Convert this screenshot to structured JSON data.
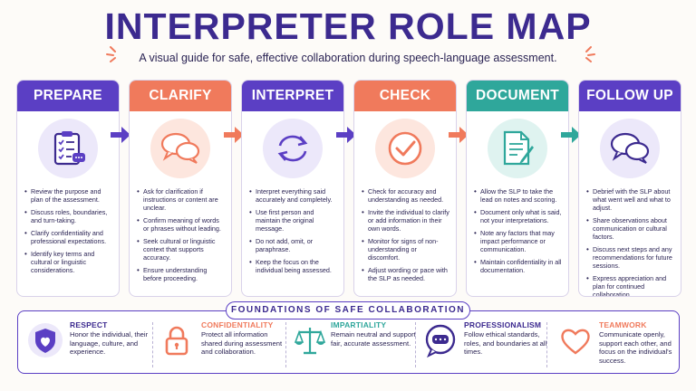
{
  "title": "INTERPRETER ROLE MAP",
  "subtitle": "A visual guide for safe, effective collaboration during speech-language assessment.",
  "colors": {
    "purple": "#5b3fc4",
    "coral": "#f07a5c",
    "teal": "#2fa79b",
    "navy": "#3c2a8f"
  },
  "steps": [
    {
      "label": "PREPARE",
      "icon": "clipboard-checklist-icon",
      "bullets": [
        "Review the purpose and plan of the assessment.",
        "Discuss roles, boundaries, and turn-taking.",
        "Clarify confidentiality and professional expectations.",
        "Identify key terms and cultural or linguistic considerations."
      ]
    },
    {
      "label": "CLARIFY",
      "icon": "speech-bubbles-icon",
      "bullets": [
        "Ask for clarification if instructions or content are unclear.",
        "Confirm meaning of words or phrases without leading.",
        "Seek cultural or linguistic context that supports accuracy.",
        "Ensure understanding before proceeding."
      ]
    },
    {
      "label": "INTERPRET",
      "icon": "exchange-arrows-icon",
      "bullets": [
        "Interpret everything said accurately and completely.",
        "Use first person and maintain the original message.",
        "Do not add, omit, or paraphrase.",
        "Keep the focus on the individual being assessed."
      ]
    },
    {
      "label": "CHECK",
      "icon": "checkmark-circle-icon",
      "bullets": [
        "Check for accuracy and understanding as needed.",
        "Invite the individual to clarify or add information in their own words.",
        "Monitor for signs of non-understanding or discomfort.",
        "Adjust wording or pace with the SLP as needed."
      ]
    },
    {
      "label": "DOCUMENT",
      "icon": "document-pen-icon",
      "bullets": [
        "Allow the SLP to take the lead on notes and scoring.",
        "Document only what is said, not your interpretations.",
        "Note any factors that may impact performance or communication.",
        "Maintain confidentiality in all documentation."
      ]
    },
    {
      "label": "FOLLOW UP",
      "icon": "chat-bubbles-icon",
      "bullets": [
        "Debrief with the SLP about what went well and what to adjust.",
        "Share observations about communication or cultural factors.",
        "Discuss next steps and any recommendations for future sessions.",
        "Express appreciation and plan for continued collaboration."
      ]
    }
  ],
  "foundations": {
    "title": "FOUNDATIONS OF SAFE COLLABORATION",
    "items": [
      {
        "title": "RESPECT",
        "icon": "heart-shield-icon",
        "text": "Honor the individual, their language, culture, and experience."
      },
      {
        "title": "CONFIDENTIALITY",
        "icon": "padlock-icon",
        "text": "Protect all information shared during assessment and collaboration."
      },
      {
        "title": "IMPARTIALITY",
        "icon": "scales-icon",
        "text": "Remain neutral and support fair, accurate assessment."
      },
      {
        "title": "PROFESSIONALISM",
        "icon": "speech-bubble-icon",
        "text": "Follow ethical standards, roles, and boundaries at all times."
      },
      {
        "title": "TEAMWORK",
        "icon": "heart-icon",
        "text": "Communicate openly, support each other, and focus on the individual's success."
      }
    ]
  }
}
